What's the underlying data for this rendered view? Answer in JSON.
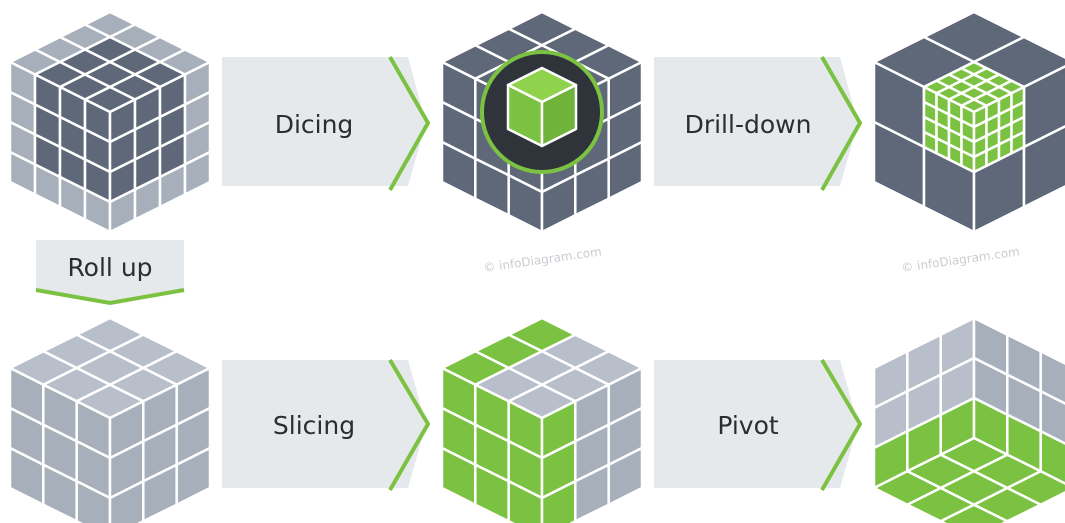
{
  "labels": {
    "dicing": "Dicing",
    "drill_down": "Drill-down",
    "roll_up": "Roll up",
    "slicing": "Slicing",
    "pivot": "Pivot"
  },
  "watermark": {
    "text_1": "© infoDiagram.com",
    "text_2": "© infoDiagram.com"
  },
  "colors": {
    "accent_green": "#7cc242",
    "cube_dark": "#5e6878",
    "cube_light": "#a7afbb",
    "cube_lighter": "#b8bfca",
    "highlight_dark": "#2f343b",
    "panel": "#e6e9ec"
  }
}
